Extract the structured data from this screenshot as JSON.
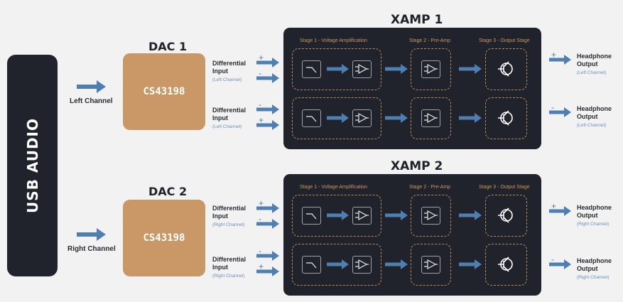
{
  "usb": {
    "label": "USB AUDIO"
  },
  "channels": [
    {
      "label": "Left Channel"
    },
    {
      "label": "Right Channel"
    }
  ],
  "dacs": [
    {
      "title": "DAC 1",
      "chip": "CS43198"
    },
    {
      "title": "DAC 2",
      "chip": "CS43198"
    }
  ],
  "inputs": [
    {
      "title": "Differential",
      "title2": "Input",
      "sub": "(Left Channel)",
      "sign_top": "+",
      "sign_bottom": "-"
    },
    {
      "title": "Differential",
      "title2": "Input",
      "sub": "(Left Channel)",
      "sign_top": "-",
      "sign_bottom": "+"
    },
    {
      "title": "Differential",
      "title2": "Input",
      "sub": "(Right Channel)",
      "sign_top": "+",
      "sign_bottom": "-"
    },
    {
      "title": "Differential",
      "title2": "Input",
      "sub": "(Right Channel)",
      "sign_top": "-",
      "sign_bottom": "+"
    }
  ],
  "xamps": [
    {
      "title": "XAMP 1"
    },
    {
      "title": "XAMP 2"
    }
  ],
  "stages": {
    "stage1": "Stage 1  - Voltage Amplification",
    "stage2": "Stage 2 - Pre-Amp",
    "stage3": "Stage 3 - Output Stage"
  },
  "outputs": [
    {
      "sign": "+",
      "title": "Headphone",
      "title2": "Output",
      "sub": "(Left Channel)"
    },
    {
      "sign": "-",
      "title": "Headphone",
      "title2": "Output",
      "sub": "(Left Channel)"
    },
    {
      "sign": "+",
      "title": "Headphone",
      "title2": "Output",
      "sub": "(Right Channel)"
    },
    {
      "sign": "-",
      "title": "Headphone",
      "title2": "Output",
      "sub": "(Right Channel)"
    }
  ],
  "colors": {
    "arrow": "#4f7fb0",
    "dac": "#c99866",
    "dark_panel": "#20232b",
    "stage_dash": "#b58a5c"
  }
}
